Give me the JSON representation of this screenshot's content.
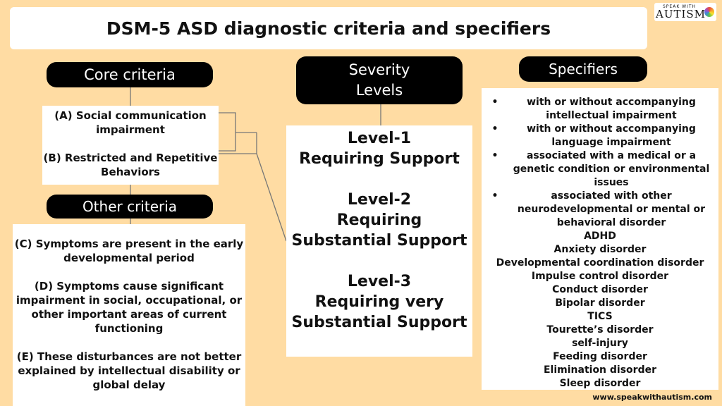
{
  "title": "DSM-5 ASD diagnostic criteria and specifiers",
  "logo": {
    "small": "SPEAK WITH",
    "big": "AUTISM",
    "badge_icon": "rainbow-circle-icon"
  },
  "core": {
    "header": "Core criteria",
    "items": [
      "(A) Social communication impairment",
      "(B) Restricted and Repetitive Behaviors"
    ]
  },
  "other": {
    "header": "Other criteria",
    "items": [
      "(C) Symptoms are present in the early developmental period",
      "(D) Symptoms cause significant impairment in social, occupational, or other important areas of current functioning",
      "(E) These disturbances are not better explained by intellectual disability or global delay"
    ]
  },
  "severity": {
    "header_line1": "Severity",
    "header_line2": "Levels",
    "levels": [
      {
        "level": "Level-1",
        "desc": "Requiring Support"
      },
      {
        "level": "Level-2",
        "desc": "Requiring Substantial Support"
      },
      {
        "level": "Level-3",
        "desc": "Requiring very Substantial Support"
      }
    ]
  },
  "specifiers": {
    "header": "Specifiers",
    "bullet": "•",
    "items": [
      "with or without accompanying intellectual impairment",
      "with or without accompanying language impairment",
      "associated with a medical or a genetic condition or environmental issues",
      "associated with other neurodevelopmental or mental or behavioral disorder"
    ],
    "conditions": [
      "ADHD",
      "Anxiety disorder",
      "Developmental coordination disorder",
      "Impulse control disorder",
      "Conduct disorder",
      "Bipolar disorder",
      "TICS",
      "Tourette’s disorder",
      "self-injury",
      "Feeding disorder",
      "Elimination disorder",
      "Sleep disorder"
    ]
  },
  "footer_url": "www.speakwithautism.com",
  "colors": {
    "background": "#ffdca3",
    "box": "#ffffff",
    "pill": "#000000",
    "connector": "#777777"
  }
}
